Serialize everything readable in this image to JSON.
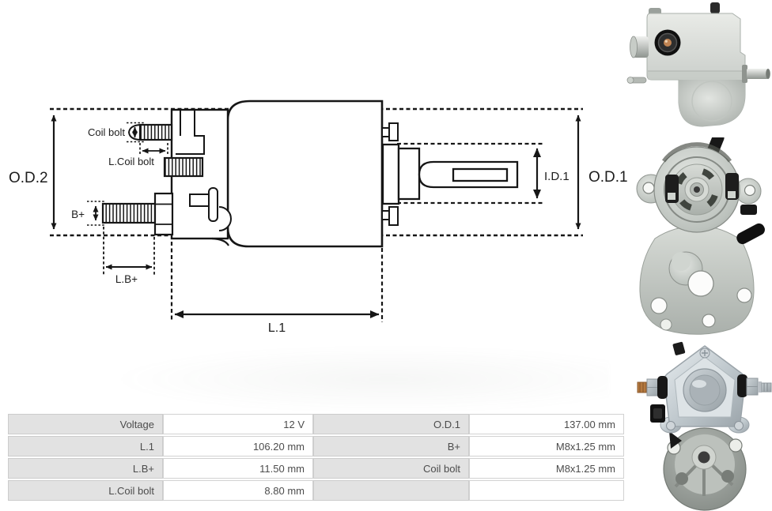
{
  "page": {
    "background": "#ffffff"
  },
  "colors": {
    "line": "#161616",
    "table_label_bg": "#e2e2e2",
    "table_value_bg": "#ffffff",
    "table_border": "#d2d2d2",
    "table_text": "#4c4c4c",
    "metal_light": "#d6dad6",
    "metal_dark": "#8f948f",
    "zinc_plate": "#c3cbd1",
    "copper_terminal": "#bd8050"
  },
  "diagram": {
    "labels": {
      "od2": "O.D.2",
      "od1": "O.D.1",
      "id1": "I.D.1",
      "l1": "L.1",
      "coil_bolt": "Coil bolt",
      "l_coil_bolt": "L.Coil bolt",
      "b_plus": "B+",
      "l_b_plus": "L.B+"
    }
  },
  "photos": [
    {
      "name": "starter-drive-housing-side-view"
    },
    {
      "name": "drive-end-bracket-front-view"
    },
    {
      "name": "solenoid-rear-view-with-end-bracket"
    }
  ],
  "spec_table": {
    "rows": [
      {
        "c": [
          "Voltage",
          "12 V",
          "O.D.1",
          "137.00 mm"
        ]
      },
      {
        "c": [
          "L.1",
          "106.20 mm",
          "B+",
          "M8x1.25 mm"
        ]
      },
      {
        "c": [
          "L.B+",
          "11.50 mm",
          "Coil bolt",
          "M8x1.25 mm"
        ]
      },
      {
        "c": [
          "L.Coil bolt",
          "8.80 mm",
          "",
          ""
        ]
      }
    ]
  }
}
